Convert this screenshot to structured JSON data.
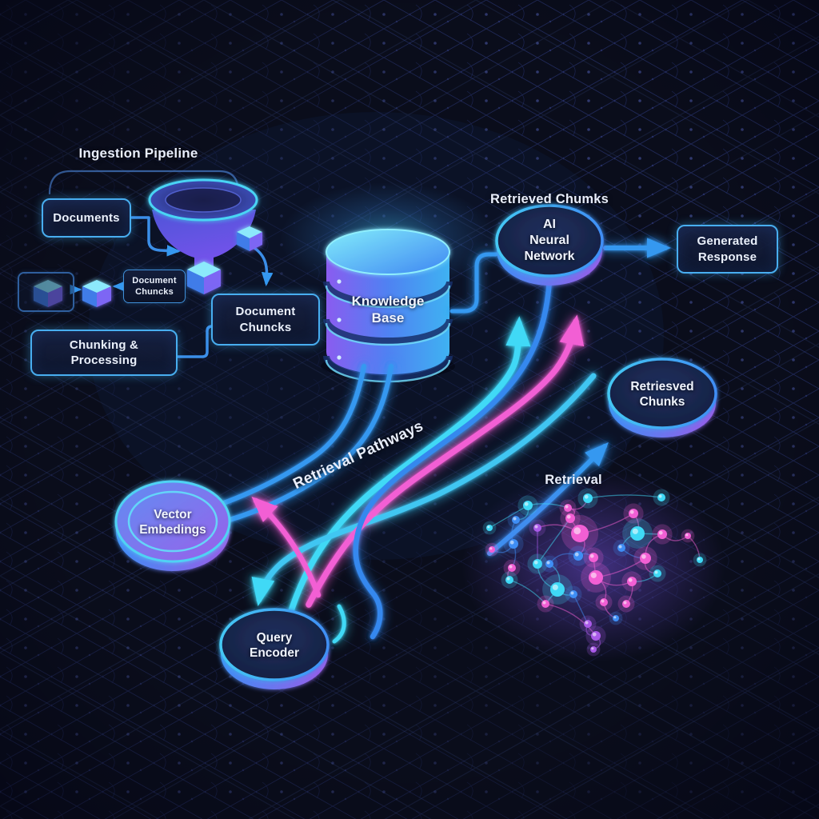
{
  "palette": {
    "background": "#0a0d1b",
    "grid": "#1d2748",
    "mesh": "#3c4da8",
    "cyan": "#3fd9f6",
    "blue": "#3598f0",
    "pink": "#f25fd4",
    "purple": "#8a5cf0",
    "box_border": "#48aef0",
    "text": "#e9eefb"
  },
  "ingestion": {
    "title": "Ingestion Pipeline",
    "documents": "Documents",
    "chunk_label_line1": "Document",
    "chunk_label_line2": "Chuncks",
    "doc_chunks_line1": "Document",
    "doc_chunks_line2": "Chuncks",
    "chunking_line1": "Chunking &",
    "chunking_line2": "Processing"
  },
  "knowledge_base": {
    "line1": "Knowledge",
    "line2": "Base"
  },
  "generation": {
    "retrieved_label": "Retrieved Chumks",
    "ai_line1": "AI",
    "ai_line2": "Neural",
    "ai_line3": "Network",
    "response_line1": "Generated",
    "response_line2": "Response"
  },
  "retrieval": {
    "pathways_label": "Retrieval Pathways",
    "retrieval_label": "Retrieval",
    "retriesved_line1": "Retriesved",
    "retriesved_line2": "Chunks",
    "vector_line1": "Vector",
    "vector_line2": "Embedings",
    "query_line1": "Query",
    "query_line2": "Encoder"
  },
  "connections": [
    "Documents -> funnel",
    "funnel -> Document Chuncks",
    "Chunking & Processing -> Document Chuncks",
    "Document Chuncks (mini label) -> chunk cubes",
    "Knowledge Base -> AI Neural Network",
    "AI Neural Network -> Generated Response",
    "retrieval pathway -> Query Encoder",
    "Query Encoder -> Vector Embedings",
    "retrieval pathways -> AI Neural Network",
    "retrieval pathway -> Retriesved Chunks"
  ],
  "neural_blob": {
    "colors": [
      "#3fd9f6",
      "#f25fd4",
      "#3f8ef5",
      "#a95ae8"
    ],
    "nodes": [
      [
        660,
        632,
        6,
        0
      ],
      [
        645,
        650,
        5,
        2
      ],
      [
        710,
        635,
        5,
        1
      ],
      [
        735,
        623,
        6,
        0
      ],
      [
        713,
        648,
        6,
        1
      ],
      [
        725,
        667,
        11,
        1
      ],
      [
        792,
        642,
        6,
        1
      ],
      [
        797,
        667,
        9,
        0
      ],
      [
        828,
        668,
        6,
        1
      ],
      [
        642,
        680,
        6,
        2
      ],
      [
        672,
        660,
        5,
        3
      ],
      [
        615,
        687,
        4,
        1
      ],
      [
        640,
        710,
        5,
        1
      ],
      [
        672,
        705,
        6,
        0
      ],
      [
        687,
        705,
        5,
        2
      ],
      [
        723,
        695,
        6,
        2
      ],
      [
        742,
        697,
        6,
        1
      ],
      [
        777,
        685,
        5,
        2
      ],
      [
        807,
        698,
        7,
        1
      ],
      [
        822,
        717,
        5,
        0
      ],
      [
        637,
        725,
        5,
        0
      ],
      [
        697,
        737,
        9,
        0
      ],
      [
        745,
        722,
        9,
        1
      ],
      [
        790,
        727,
        6,
        1
      ],
      [
        682,
        755,
        5,
        1
      ],
      [
        717,
        743,
        5,
        2
      ],
      [
        755,
        753,
        5,
        1
      ],
      [
        783,
        755,
        5,
        1
      ],
      [
        735,
        780,
        5,
        3
      ],
      [
        745,
        795,
        6,
        3
      ],
      [
        770,
        773,
        4,
        2
      ],
      [
        827,
        622,
        5,
        0
      ],
      [
        860,
        670,
        4,
        1
      ],
      [
        875,
        700,
        4,
        0
      ],
      [
        612,
        660,
        4,
        0
      ],
      [
        742,
        812,
        4,
        3
      ]
    ],
    "links": [
      [
        0,
        1
      ],
      [
        0,
        2
      ],
      [
        0,
        34
      ],
      [
        1,
        9
      ],
      [
        2,
        3
      ],
      [
        2,
        4
      ],
      [
        3,
        31
      ],
      [
        4,
        5
      ],
      [
        5,
        6
      ],
      [
        5,
        10
      ],
      [
        5,
        15
      ],
      [
        6,
        7
      ],
      [
        7,
        8
      ],
      [
        7,
        17
      ],
      [
        8,
        32
      ],
      [
        9,
        11
      ],
      [
        9,
        12
      ],
      [
        10,
        13
      ],
      [
        12,
        20
      ],
      [
        13,
        21
      ],
      [
        14,
        15
      ],
      [
        15,
        16
      ],
      [
        16,
        22
      ],
      [
        17,
        18
      ],
      [
        18,
        19
      ],
      [
        18,
        8
      ],
      [
        20,
        24
      ],
      [
        21,
        24
      ],
      [
        21,
        25
      ],
      [
        22,
        23
      ],
      [
        22,
        26
      ],
      [
        23,
        27
      ],
      [
        25,
        28
      ],
      [
        26,
        30
      ],
      [
        28,
        29
      ],
      [
        29,
        35
      ],
      [
        32,
        33
      ],
      [
        13,
        4
      ],
      [
        22,
        18
      ],
      [
        21,
        14
      ],
      [
        24,
        29
      ],
      [
        19,
        23
      ]
    ]
  }
}
